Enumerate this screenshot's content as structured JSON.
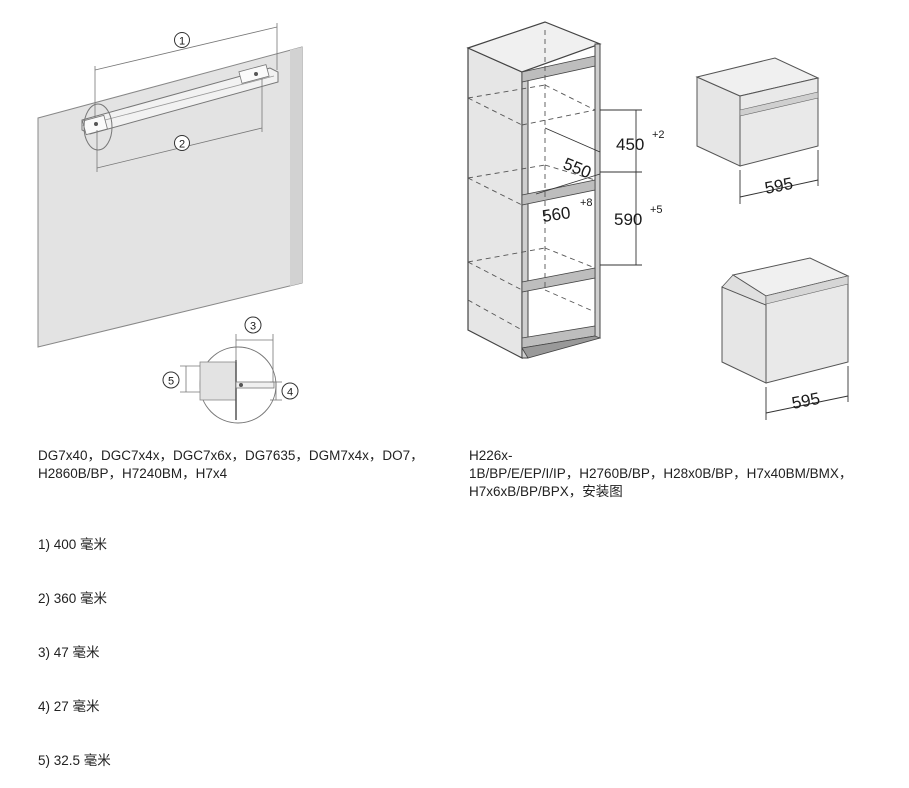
{
  "left_figure": {
    "callouts": [
      "1",
      "2",
      "3",
      "4",
      "5"
    ]
  },
  "right_figure": {
    "cabinet_labels": {
      "depth": "550",
      "upper_height": "450",
      "upper_height_tol": "+2",
      "width": "560",
      "width_tol": "+8",
      "lower_height": "590",
      "lower_height_tol": "+5"
    },
    "oven_top_width": "595",
    "oven_bottom_width": "595"
  },
  "captions": {
    "left_models": "DG7x40，DGC7x4x，DGC7x6x，DG7635，DGM7x4x，DO7，H2860B/BP，H7240BM，H7x4",
    "right_models": "H226x-\n1B/BP/E/EP/I/IP，H2760B/BP，H28x0B/BP，H7x40BM/BMX，H7x6xB/BP/BPX，安装图"
  },
  "dimensions": [
    "1) 400 毫米",
    "2) 360 毫米",
    "3) 47 毫米",
    "4) 27 毫米",
    "5) 32.5 毫米"
  ]
}
